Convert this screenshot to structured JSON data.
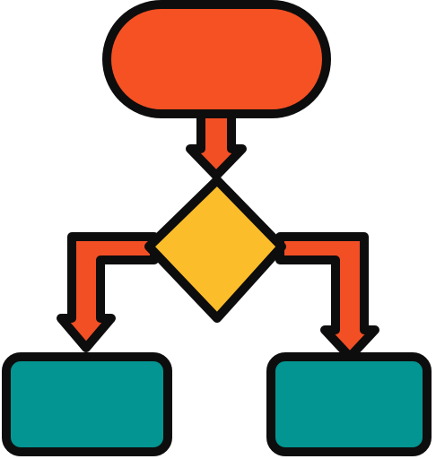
{
  "diagram": {
    "type": "flowchart-icon",
    "nodes": [
      {
        "id": "start",
        "shape": "terminator",
        "fill": "#f55123"
      },
      {
        "id": "decision",
        "shape": "diamond",
        "fill": "#fcbd2b"
      },
      {
        "id": "process-left",
        "shape": "rectangle",
        "fill": "#039591"
      },
      {
        "id": "process-right",
        "shape": "rectangle",
        "fill": "#039591"
      }
    ],
    "edges": [
      {
        "from": "start",
        "to": "decision"
      },
      {
        "from": "decision",
        "to": "process-left"
      },
      {
        "from": "decision",
        "to": "process-right"
      }
    ],
    "colors": {
      "outline": "#0d0d0d",
      "arrow": "#f24f25",
      "terminator": "#f55123",
      "decision": "#fcbd2b",
      "process": "#039591"
    }
  }
}
